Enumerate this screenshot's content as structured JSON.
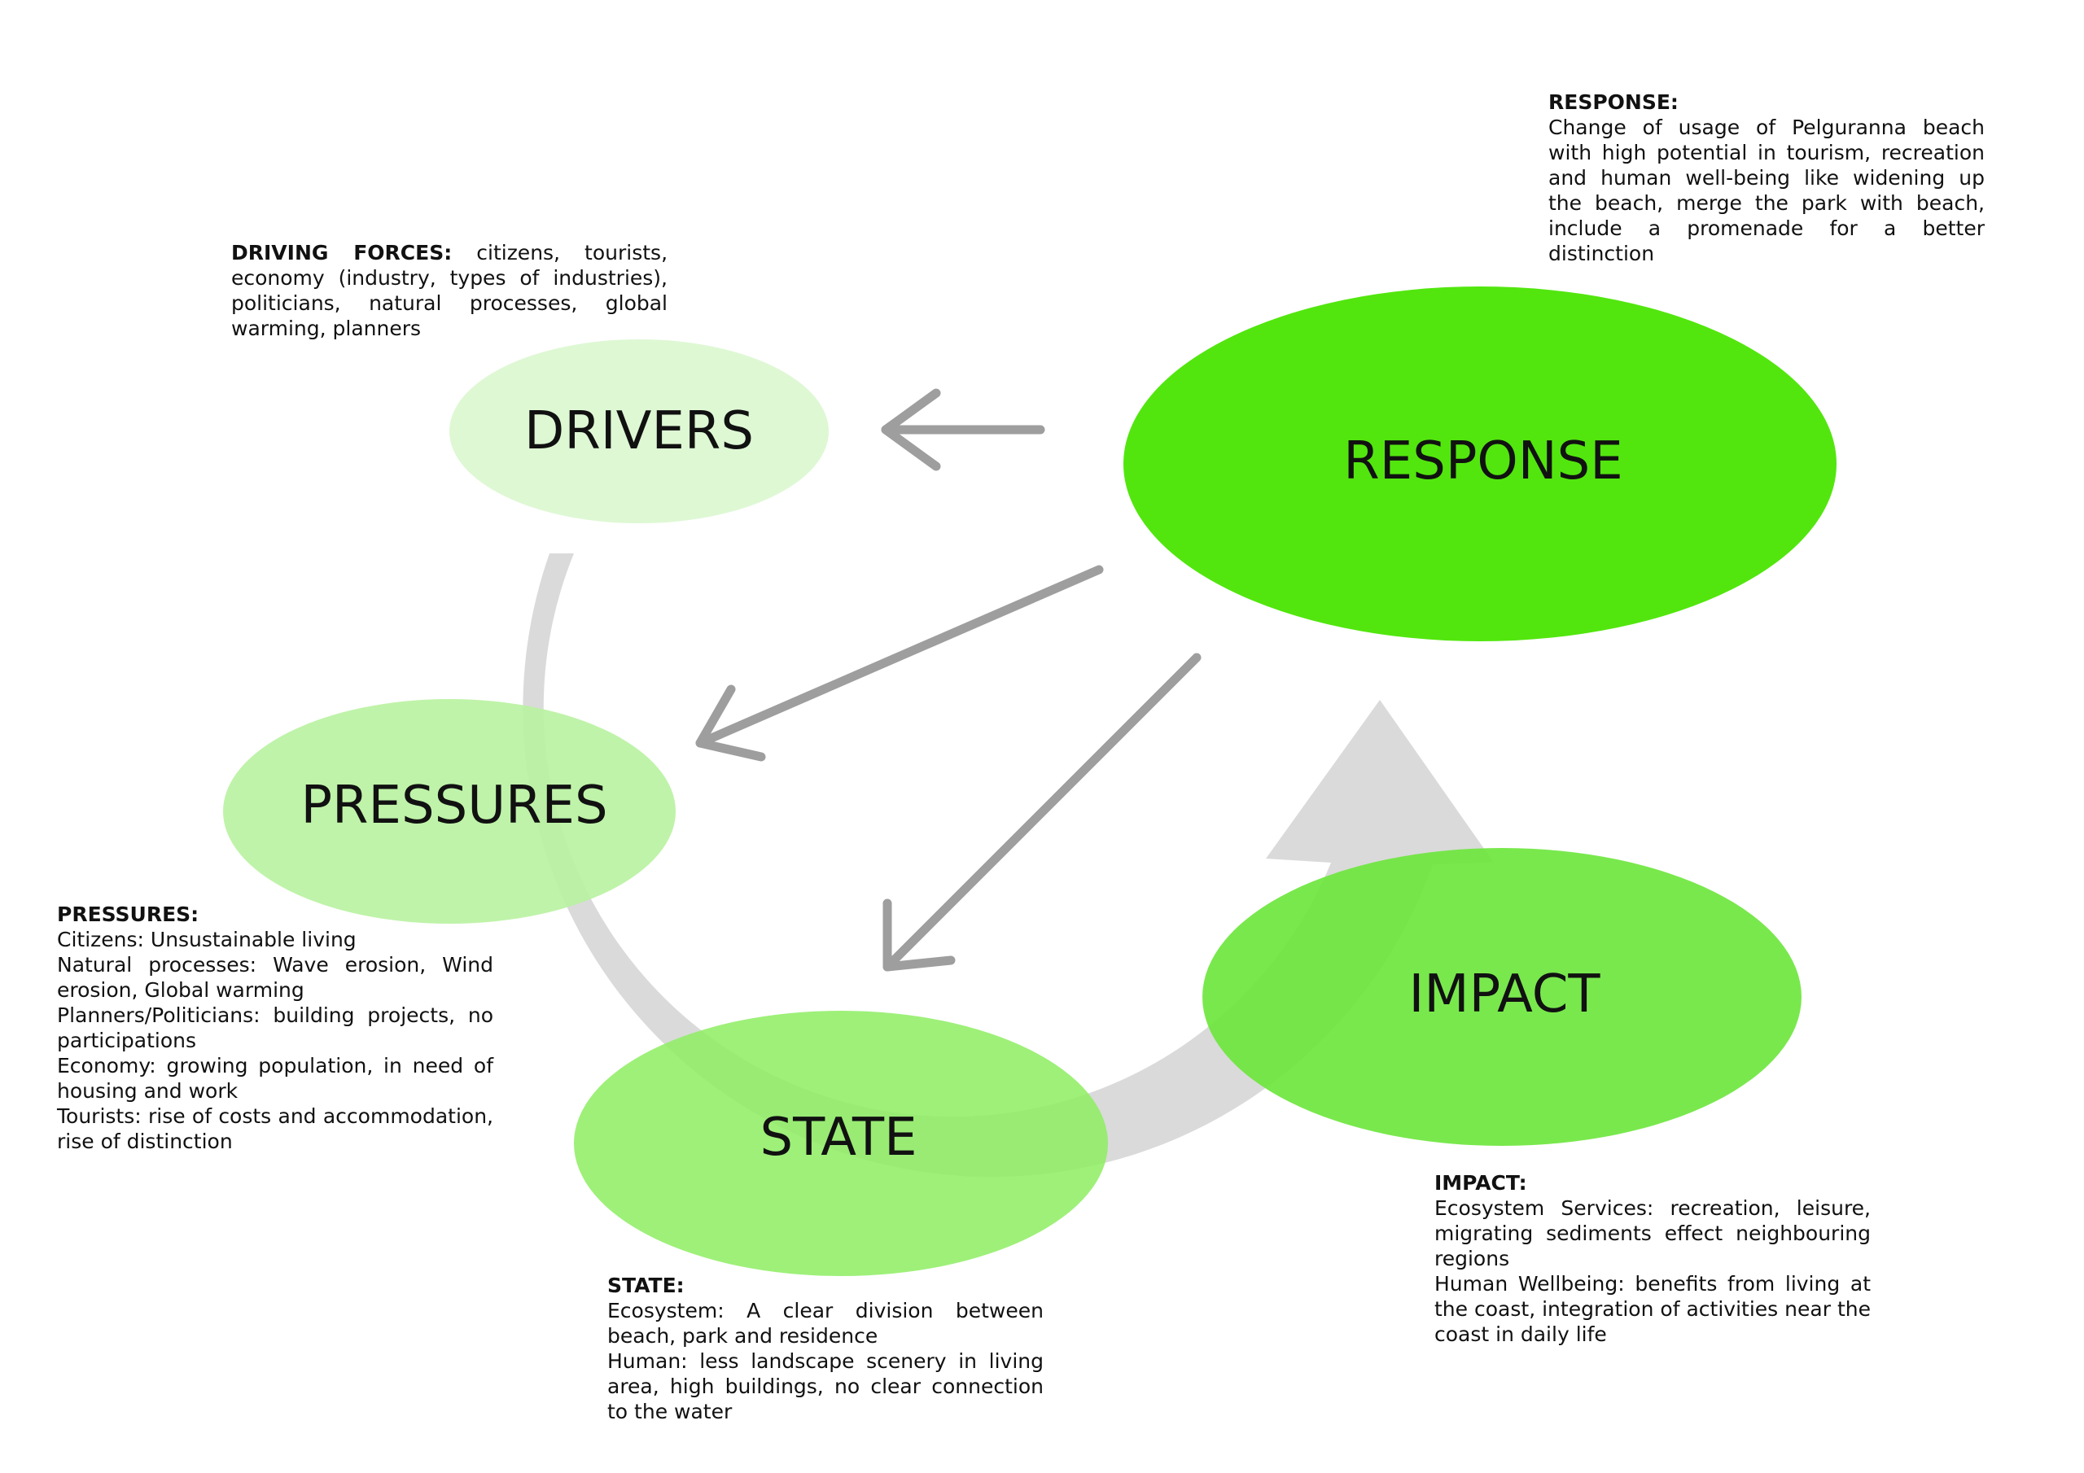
{
  "nodes": {
    "drivers": {
      "label": "DRIVERS",
      "color": "#dcf8d2"
    },
    "pressures": {
      "label": "PRESSURES",
      "color": "#b8f2a0"
    },
    "state": {
      "label": "STATE",
      "color": "#8ded62"
    },
    "impact": {
      "label": "IMPACT",
      "color": "#6ae63a"
    },
    "response": {
      "label": "RESPONSE",
      "color": "#52e60e"
    }
  },
  "notes": {
    "response": {
      "heading": "RESPONSE:",
      "text": "Change of usage of Pelguranna beach with high potential in tourism, recreation and human well-being like widening up the beach, merge the park with beach, include a promenade for a better distinction"
    },
    "drivers": {
      "heading": "DRIVING FORCES:",
      "text": "citizens, tourists, economy (industry, types of industries), politicians, natural processes, global warming, planners"
    },
    "pressures": {
      "heading": "PRESSURES:",
      "lines": [
        "Citizens: Unsustainable living",
        "Natural processes:  Wave erosion, Wind erosion, Global warming",
        "Planners/Politicians: building projects, no participations",
        "Economy: growing population, in need of housing and work",
        "Tourists: rise of costs and accommodation, rise of distinction"
      ]
    },
    "state": {
      "heading": "STATE:",
      "lines": [
        "Ecosystem: A clear division between beach, park and residence",
        "Human: less landscape scenery in living area, high buildings, no clear connection to the water"
      ]
    },
    "impact": {
      "heading": "IMPACT:",
      "lines": [
        "Ecosystem Services: recreation, leisure, migrating sediments effect neighbouring regions",
        "Human Wellbeing: benefits from living at the coast, integration of activities near the coast in daily life"
      ]
    }
  },
  "colors": {
    "cycle_arrow": "#d4d4d4",
    "response_arrows": "#9e9e9e"
  }
}
